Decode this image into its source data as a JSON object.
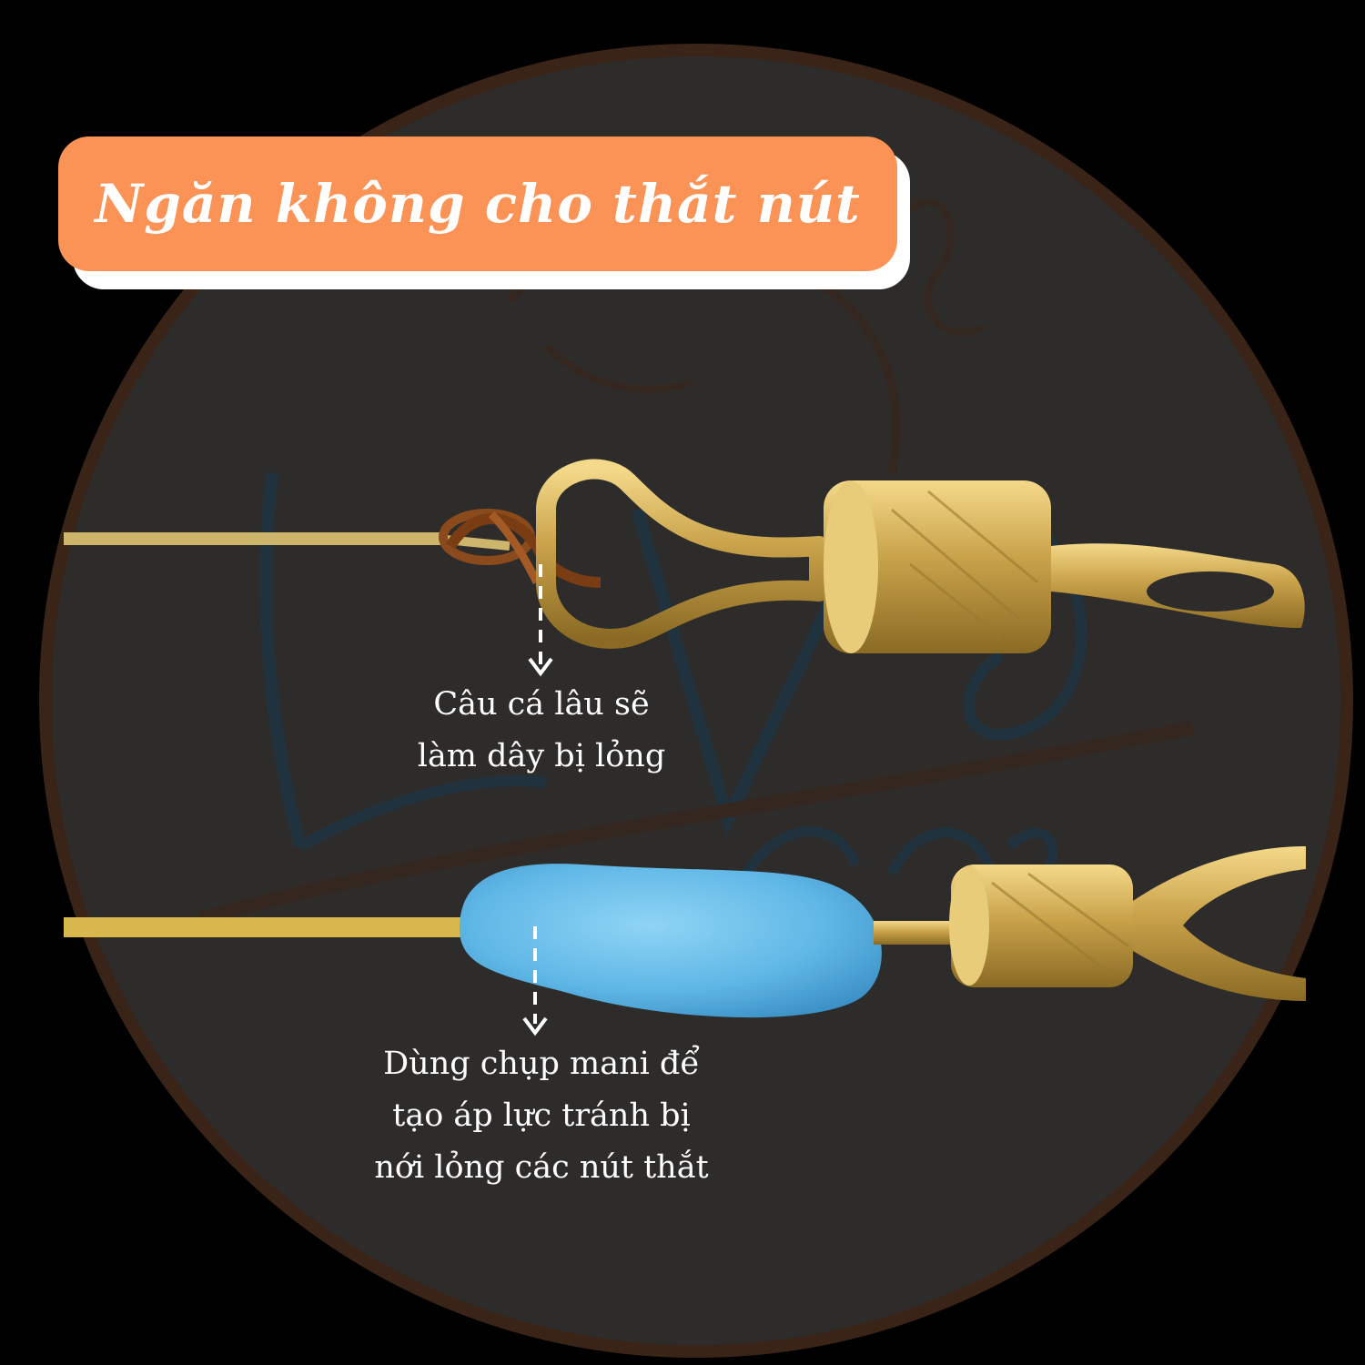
{
  "title": "Ngăn không cho thắt nút",
  "captions": {
    "top": [
      "Câu cá lâu sẽ",
      "làm dây bị lỏng"
    ],
    "bottom": [
      "Dùng chụp mani để",
      "tạo áp lực tránh bị",
      "nới lỏng các nút thắt"
    ]
  },
  "colors": {
    "background": "#000000",
    "circle": "#2e2c2b",
    "circle_ring": "#3a2418",
    "title_box": "#fb9256",
    "title_text": "#ffffff",
    "brass": "#c9a24a",
    "bead": "#5fb7e6",
    "knot": "#8a4a1c"
  }
}
